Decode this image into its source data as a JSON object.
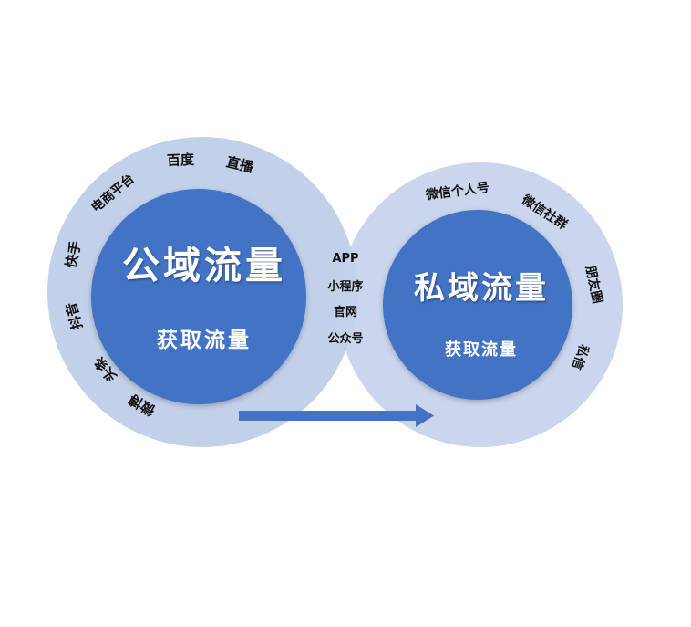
{
  "colors": {
    "background": "#ffffff",
    "outer_ring": "#c3d0ea",
    "inner_circle": "#4373c4",
    "arrow": "#4472c4",
    "label_text": "#111111",
    "inner_text": "#ffffff"
  },
  "public_domain": {
    "title": "公域流量",
    "subtitle": "获取流量",
    "channels": [
      "电商平台",
      "百度",
      "直播",
      "快手",
      "抖音",
      "头条",
      "微博"
    ]
  },
  "private_domain": {
    "title": "私域流量",
    "subtitle": "获取流量",
    "channels": [
      "微信个人号",
      "微信社群",
      "朋友圈",
      "私信"
    ]
  },
  "overlap": {
    "items": [
      "APP",
      "小程序",
      "官网",
      "公众号"
    ]
  }
}
